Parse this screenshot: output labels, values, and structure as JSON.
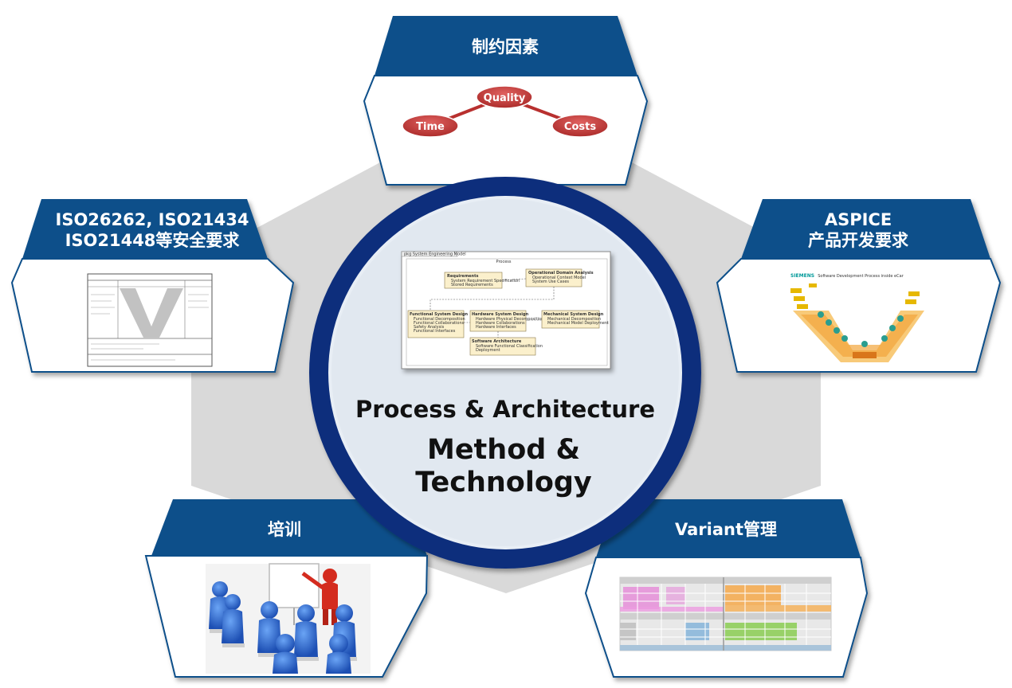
{
  "center": {
    "line1": "Process & Architecture",
    "line2": "Method &",
    "line3": "Technology",
    "diagram": {
      "title": "pkg System Engineering Model",
      "frame_title": "Process",
      "boxes": [
        {
          "title": "Requirements",
          "items": [
            "System Requirement Specification",
            "Stored Requirements"
          ]
        },
        {
          "title": "Operational Domain Analysis",
          "items": [
            "Operational Context Model",
            "System Use Cases"
          ]
        },
        {
          "title": "Functional System Design",
          "items": [
            "Functional Decomposition",
            "Functional Collaborations",
            "Safety Analysis",
            "Functional Interfaces"
          ]
        },
        {
          "title": "Hardware System Design",
          "items": [
            "Hardware Physical Decomposition",
            "Hardware Collaborations",
            "Hardware Interfaces"
          ]
        },
        {
          "title": "Mechanical System Design",
          "items": [
            "Mechanical Decomposition",
            "Mechanical Model Deployment"
          ]
        },
        {
          "title": "Software Architecture",
          "items": [
            "Software Functional Classification",
            "Deployment"
          ]
        }
      ]
    }
  },
  "panels": {
    "top": {
      "label": "制约因素",
      "bubbles": [
        "Quality",
        "Time",
        "Costs"
      ]
    },
    "upper_left": {
      "line1": "ISO26262, ISO21434",
      "line2": "ISO21448等安全要求"
    },
    "upper_right": {
      "line1": "ASPICE",
      "line2": "产品开发要求",
      "thumb_title": "Software Development Process inside eCar",
      "thumb_brand": "SIEMENS"
    },
    "lower_left": {
      "label": "培训"
    },
    "lower_right": {
      "label": "Variant管理"
    }
  },
  "colors": {
    "header_blue": "#0e4f8a",
    "ring_blue": "#0c2f7c",
    "inner_disk": "#e1e8f0",
    "hexagon_gray": "#d9d9d9",
    "bubble_red": "#c0393b",
    "figure_blue": "#2f6fd6",
    "figure_red": "#d42b1e"
  }
}
